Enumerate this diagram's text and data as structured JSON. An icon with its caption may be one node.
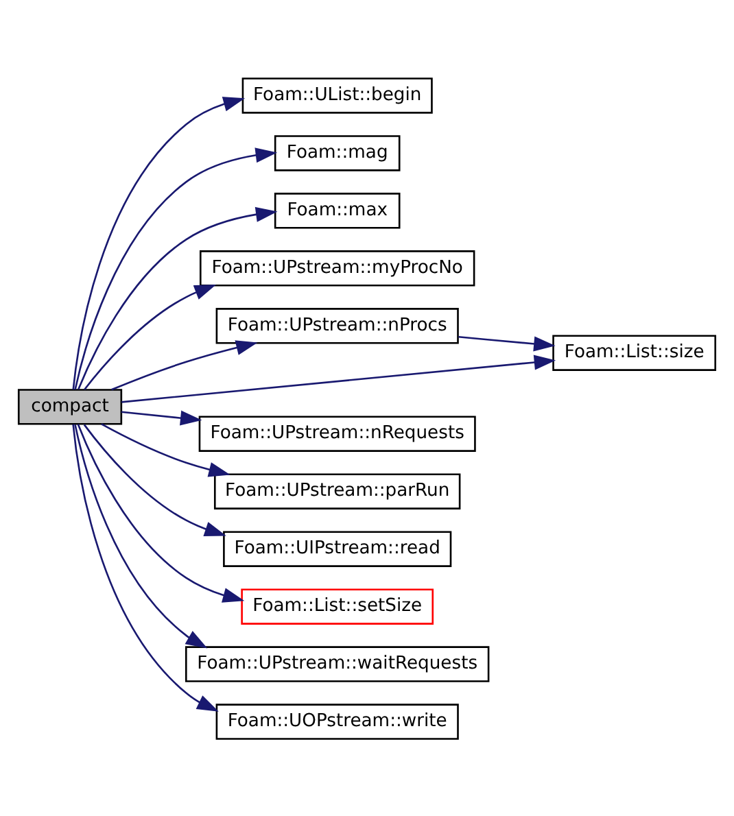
{
  "diagram": {
    "nodes": [
      {
        "text": [
          "compact"
        ]
      },
      {
        "text": [
          "Foam::UList::begin"
        ]
      },
      {
        "text": [
          "Foam::mag"
        ]
      },
      {
        "text": [
          "Foam::max"
        ]
      },
      {
        "text": [
          "Foam::UPstream::myProcNo"
        ]
      },
      {
        "text": [
          "Foam::UPstream::nProcs"
        ]
      },
      {
        "text": [
          "Foam::List::size"
        ]
      },
      {
        "text": [
          "Foam::UPstream::nRequests"
        ]
      },
      {
        "text": [
          "Foam::UPstream::parRun"
        ]
      },
      {
        "text": [
          "Foam::UIPstream::read"
        ]
      },
      {
        "text": [
          "Foam::List::setSize"
        ]
      },
      {
        "text": [
          "Foam::UPstream::waitRequests"
        ]
      },
      {
        "text": [
          "Foam::UOPstream::write"
        ]
      }
    ],
    "edges": [
      {
        "from": 0,
        "to": 1,
        "arrow": "to"
      },
      {
        "from": 0,
        "to": 2,
        "arrow": "to"
      },
      {
        "from": 0,
        "to": 3,
        "arrow": "to"
      },
      {
        "from": 0,
        "to": 4,
        "arrow": "to"
      },
      {
        "from": 0,
        "to": 5,
        "arrow": "to"
      },
      {
        "from": 0,
        "to": 6,
        "arrow": "to"
      },
      {
        "from": 0,
        "to": 7,
        "arrow": "to"
      },
      {
        "from": 0,
        "to": 8,
        "arrow": "to"
      },
      {
        "from": 0,
        "to": 9,
        "arrow": "to"
      },
      {
        "from": 0,
        "to": 10,
        "arrow": "to"
      },
      {
        "from": 0,
        "to": 11,
        "arrow": "to"
      },
      {
        "from": 0,
        "to": 12,
        "arrow": "to"
      },
      {
        "from": 5,
        "to": 6,
        "arrow": "to"
      }
    ]
  }
}
